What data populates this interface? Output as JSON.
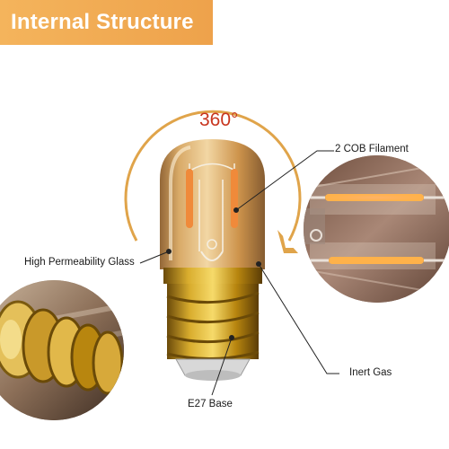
{
  "header": {
    "title": "Internal Structure"
  },
  "rotation": {
    "label": "360°"
  },
  "callouts": {
    "filament": "2 COB Filament",
    "glass": "High Permeability Glass",
    "gas": "Inert Gas",
    "base": "E27 Base"
  },
  "colors": {
    "accent": "#f0a84f",
    "arc": "#e0a44a",
    "degree_text": "#c8361f",
    "glass_amber": "#c98a3c",
    "base_gold": "#c99a1e",
    "filament": "#f08a3a"
  }
}
